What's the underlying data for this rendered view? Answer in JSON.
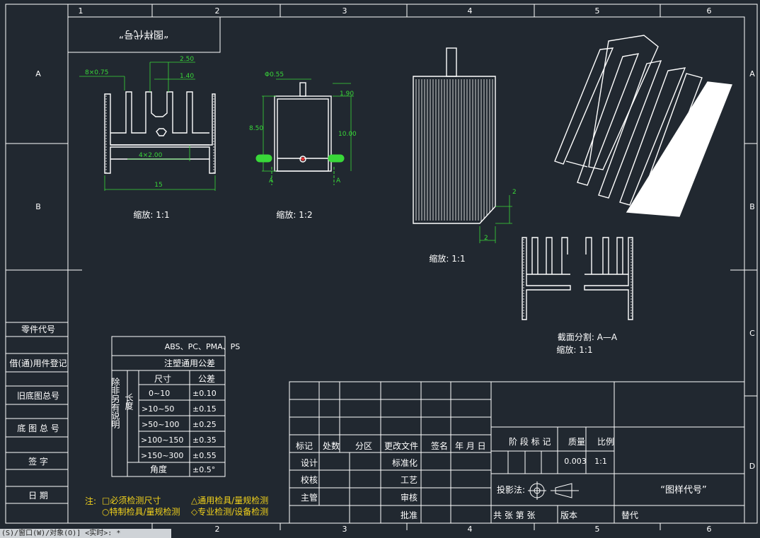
{
  "border": {
    "columns": [
      "1",
      "2",
      "3",
      "4",
      "5",
      "6"
    ],
    "rows": [
      "A",
      "B",
      "C",
      "D"
    ]
  },
  "drawing_code_box": "“图样代号”",
  "views": {
    "front": {
      "scale": "缩放: 1:1",
      "dims": {
        "fin_pitch": "8×0.75",
        "top_w": "2.50",
        "slot_w": "1.40",
        "base_holes": "4×2.00",
        "overall_w": "15"
      }
    },
    "section": {
      "scale": "缩放: 1:2",
      "dims": {
        "hole_d": "Φ0.55",
        "gap": "1.90",
        "left_h": "8.50",
        "right_h": "10.00",
        "cut_a_left": "A",
        "cut_a_right": "A"
      }
    },
    "side": {
      "scale": "缩放: 1:1",
      "dims": {
        "chamfer_v": "2",
        "chamfer_h": "2"
      }
    },
    "section_aa": {
      "title": "截面分割: A—A",
      "scale": "缩放: 1:1"
    }
  },
  "left_column": {
    "items": [
      "零件代号",
      "借(通)用件登记",
      "旧底图总号",
      "底 图 总 号",
      "签    字",
      "日    期"
    ]
  },
  "tolerance_table": {
    "materials": "ABS、PC、PMA、PS",
    "title": "注塑通用公差",
    "side_label": "除非另有说明",
    "length_label": "长度",
    "col_size": "尺寸",
    "col_tol": "公差",
    "rows": [
      {
        "size": "0~10",
        "tol": "±0.10"
      },
      {
        "size": ">10~50",
        "tol": "±0.15"
      },
      {
        "size": ">50~100",
        "tol": "±0.25"
      },
      {
        "size": ">100~150",
        "tol": "±0.35"
      },
      {
        "size": ">150~300",
        "tol": "±0.55"
      }
    ],
    "angle_label": "角度",
    "angle_tol": "±0.5°"
  },
  "notes": {
    "prefix": "注:",
    "line1_a": "□必须检测尺寸",
    "line1_b": "△通用检具/量规检测",
    "line2_a": "○特制检具/量规检测",
    "line2_b": "◇专业检测/设备检测"
  },
  "title_block": {
    "revision_headers": [
      "标记",
      "处数",
      "分区",
      "更改文件",
      "签名",
      "年 月 日"
    ],
    "sign_rows": [
      {
        "left": "设计",
        "right": "标准化"
      },
      {
        "left": "校核",
        "right": "工艺"
      },
      {
        "left": "主管",
        "right": "审核"
      },
      {
        "left": "",
        "right": "批准"
      }
    ],
    "stage_label": "阶 段 标 记",
    "mass_label": "质量",
    "scale_label": "比例",
    "mass_value": "0.003",
    "scale_value": "1:1",
    "projection_label": "投影法:",
    "drawing_code": "“图样代号”",
    "sheet_info": "共  张 第  张",
    "version_label": "版本",
    "replace_label": "替代"
  },
  "command_line": "(S)/窗口(W)/对象(O)] <实时>: *"
}
